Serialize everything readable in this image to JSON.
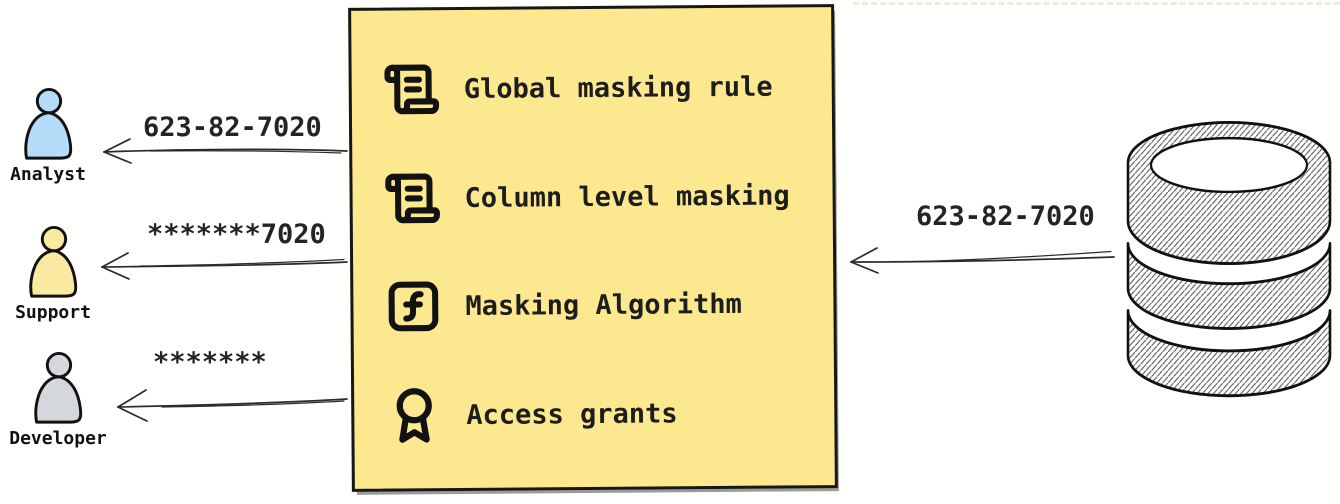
{
  "flows": {
    "source_value": "623-82-7020",
    "analyst_value": "623-82-7020",
    "support_value": "*******7020",
    "developer_value": "*******"
  },
  "personas": [
    {
      "name": "Analyst",
      "icon": "person-icon",
      "color": "#b5dcf8"
    },
    {
      "name": "Support",
      "icon": "person-icon",
      "color": "#fae9a0"
    },
    {
      "name": "Developer",
      "icon": "person-icon",
      "color": "#d4d7db"
    }
  ],
  "masking_box": {
    "items": [
      {
        "label": "Global masking rule",
        "icon": "scroll-text-icon"
      },
      {
        "label": "Column level masking",
        "icon": "scroll-text-icon"
      },
      {
        "label": "Masking Algorithm",
        "icon": "function-square-icon"
      },
      {
        "label": "Access grants",
        "icon": "award-icon"
      }
    ]
  },
  "database": {
    "icon": "database-icon"
  },
  "colors": {
    "box_fill": "#fbe88f",
    "box_border": "#171717",
    "box_shadow": "#9b9b9b",
    "arrow": "#2b2b2b",
    "text": "#1c1c1c",
    "hatch": "#5f5f5f"
  }
}
